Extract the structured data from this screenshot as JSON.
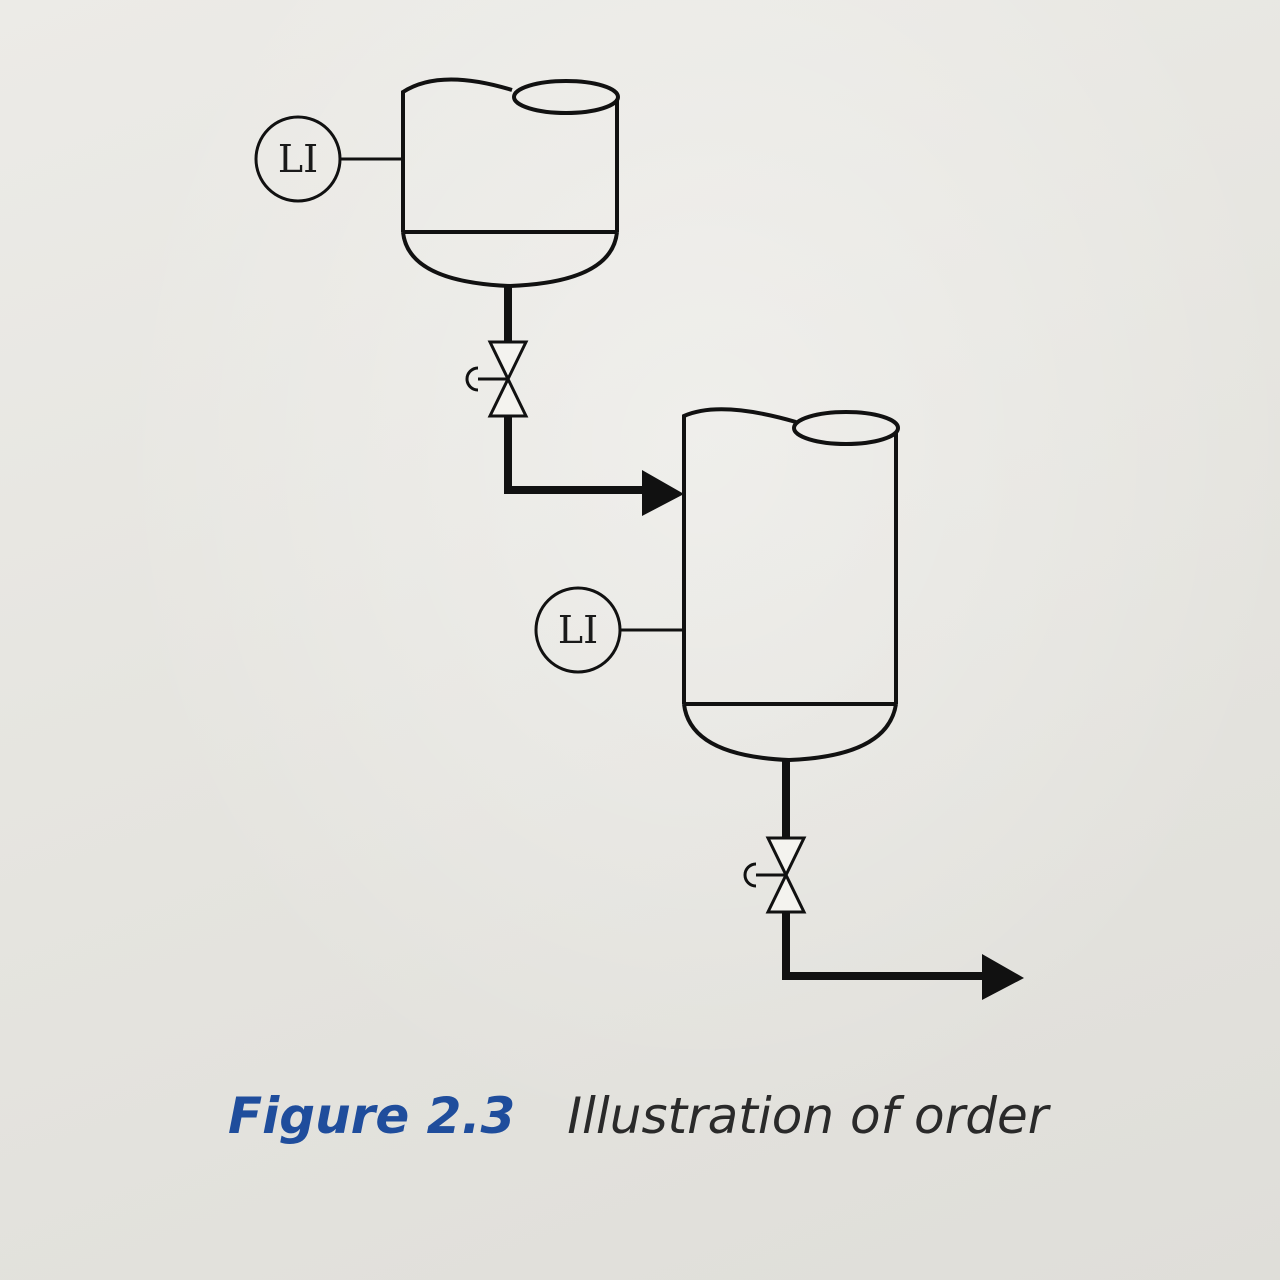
{
  "diagram": {
    "instruments": [
      {
        "label": "LI"
      },
      {
        "label": "LI"
      }
    ],
    "line_color": "#111111"
  },
  "caption": {
    "figure_label": "Figure 2.3",
    "text": "Illustration of order",
    "label_color": "#1f4d9c"
  }
}
